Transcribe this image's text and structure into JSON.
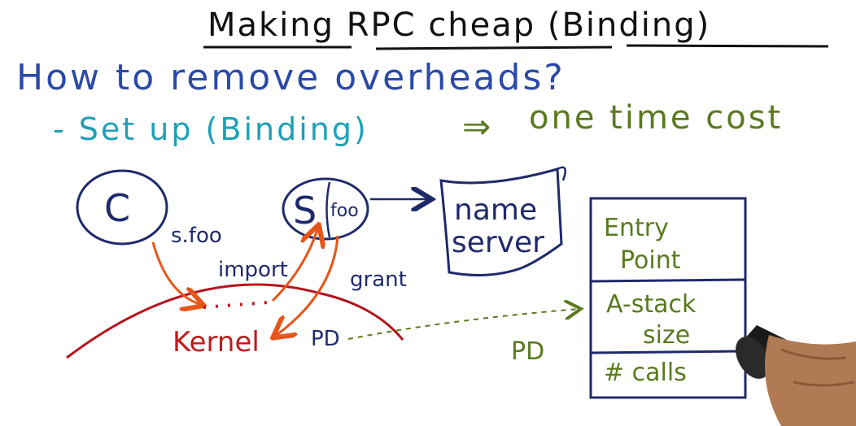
{
  "title": "Making RPC cheap (Binding)",
  "question": "How to remove overheads?",
  "setup_line": {
    "prefix": "- Set up (Binding)",
    "arrow": "⇒",
    "suffix": "one time cost"
  },
  "client": {
    "label": "C",
    "call": "s.foo",
    "import": "import"
  },
  "server": {
    "label": "S",
    "proc": "foo",
    "grant": "grant"
  },
  "name_server": {
    "line1": "name",
    "line2": "server"
  },
  "kernel": {
    "label": "Kernel",
    "pd": "PD"
  },
  "pd_label": "PD",
  "descriptor": {
    "row1_line1": "Entry",
    "row1_line2": "Point",
    "row2_line1": "A-stack",
    "row2_line2": "size",
    "row3": "# calls"
  },
  "colors": {
    "title": "#111111",
    "question": "#2a4aa8",
    "setup": "#1fa0b8",
    "green": "#5a7a1e",
    "navy": "#1f2a6b",
    "orange": "#e8551a",
    "red": "#c01a1a",
    "kernel_curve": "#b4141e"
  }
}
